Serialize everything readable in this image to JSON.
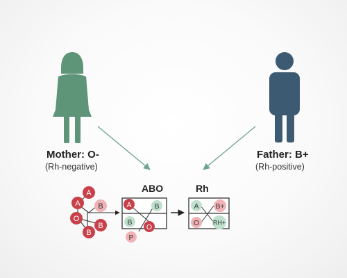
{
  "mother": {
    "label": "Mother: O-",
    "rh": "(Rh-negative)",
    "color": "#5e9478"
  },
  "father": {
    "label": "Father: B+",
    "rh": "(Rh-positive)",
    "color": "#3d5a73"
  },
  "headers": {
    "abo": "ABO",
    "rh": "Rh"
  },
  "colors": {
    "red": "#c8404a",
    "red_light": "#f0b2b5",
    "green_light": "#bfe0cd",
    "arrow_green": "#6fa58c"
  },
  "cluster": {
    "a1": "A",
    "a2": "A",
    "o": "O",
    "b1": "B",
    "b2": "B",
    "b3": "B"
  },
  "abo_box": {
    "a": "A",
    "b_top": "B",
    "b_bottom": "B",
    "o": "O",
    "p": "P"
  },
  "rh_box": {
    "a": "A",
    "b_plus": "B+",
    "o": "O",
    "rh_plus": "RH+"
  }
}
